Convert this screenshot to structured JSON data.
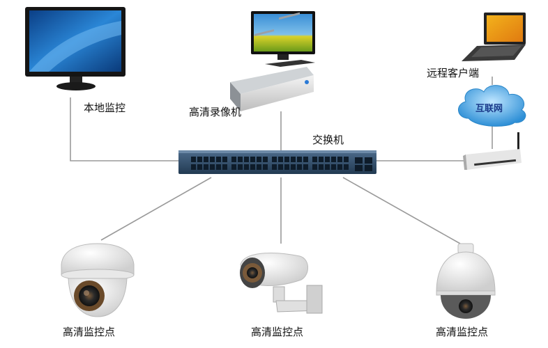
{
  "labels": {
    "local_monitor": "本地监控",
    "nvr": "高清录像机",
    "switch": "交换机",
    "remote_client": "远程客户端",
    "internet": "互联网",
    "camera_left": "高清监控点",
    "camera_middle": "高清监控点",
    "camera_right": "高清监控点"
  },
  "colors": {
    "line": "#9a9a9a",
    "switch_body": "#2f4a66",
    "monitor_screen": "#1f6fc4",
    "cloud": "#3aa0e0"
  },
  "icons": {
    "local_monitor": "lcd-monitor-icon",
    "nvr": "rack-server-icon",
    "switch": "network-switch-icon",
    "laptop": "laptop-icon",
    "cloud": "cloud-icon",
    "router": "wifi-router-icon",
    "dome_camera": "dome-camera-icon",
    "bullet_camera": "bullet-camera-icon",
    "ptz_camera": "ptz-dome-camera-icon"
  }
}
